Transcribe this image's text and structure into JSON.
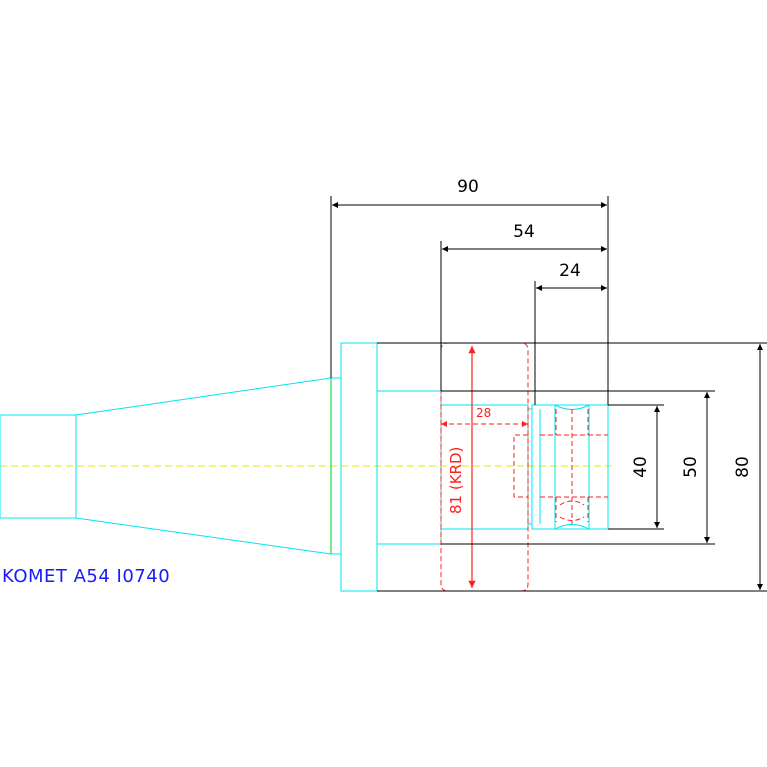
{
  "drawing": {
    "part_label": "KOMET A54 I0740",
    "colors": {
      "outline": "#00e5f0",
      "centerline": "#e8e800",
      "hidden": "#ff2020",
      "dimension": "#000000",
      "taper_edge": "#22dd44",
      "label": "#1a1aff"
    },
    "dimensions": {
      "overall_length": "90",
      "bore_depth": "54",
      "head_length": "24",
      "small_diameter": "40",
      "mid_diameter": "50",
      "flange_diameter": "80",
      "krd_diameter": "81 (KRD)",
      "krd_width": "28"
    }
  }
}
